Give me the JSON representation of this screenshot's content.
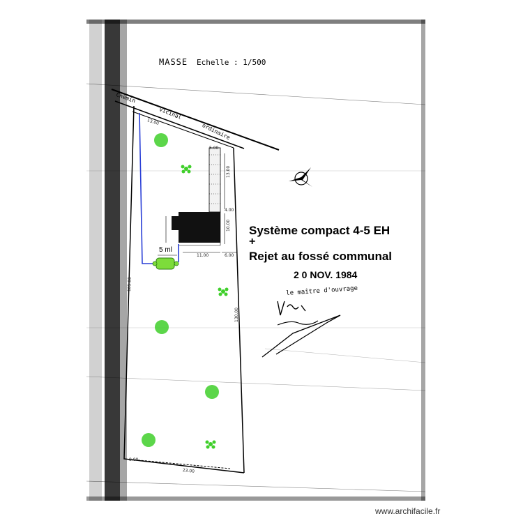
{
  "plan": {
    "title": "MASSE",
    "scale": "Echelle : 1/500",
    "road_label_1": "Chemin",
    "road_label_2": "vicinal",
    "road_label_3": "ordinaire",
    "stamp_date": "2 0 NOV. 1984",
    "signature_caption": "le maître d'ouvrage",
    "pipe_length": "5 ml",
    "dimensions": {
      "d1": "13.00",
      "d2": "5.00",
      "d3": "13.00",
      "d4": "4.00",
      "d5": "10.00",
      "d6": "11.00",
      "d7": "6.00",
      "d8": "105.00",
      "d9": "130.00",
      "d10": "8.00",
      "d11": "23.00"
    }
  },
  "annotation": {
    "line1": "Système compact 4-5 EH",
    "plus": "+",
    "line2": "Rejet au fossé communal"
  },
  "footer": {
    "watermark": "www.archifacile.fr"
  },
  "colors": {
    "pipe": "#2a3fd6",
    "tank": "#7ddc3a",
    "tree": "#3fcf2a",
    "building": "#111111",
    "ink": "#000000"
  }
}
